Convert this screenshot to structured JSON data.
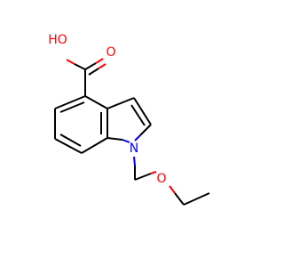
{
  "molecule": {
    "atoms": {
      "hydroxyl_label": "HO",
      "carbonyl_o_label": "O",
      "ether_o_label": "O",
      "ring_n_label": "N"
    },
    "colors": {
      "bond": "#000000",
      "oxygen": "#ff0000",
      "nitrogen": "#0000ff"
    }
  }
}
